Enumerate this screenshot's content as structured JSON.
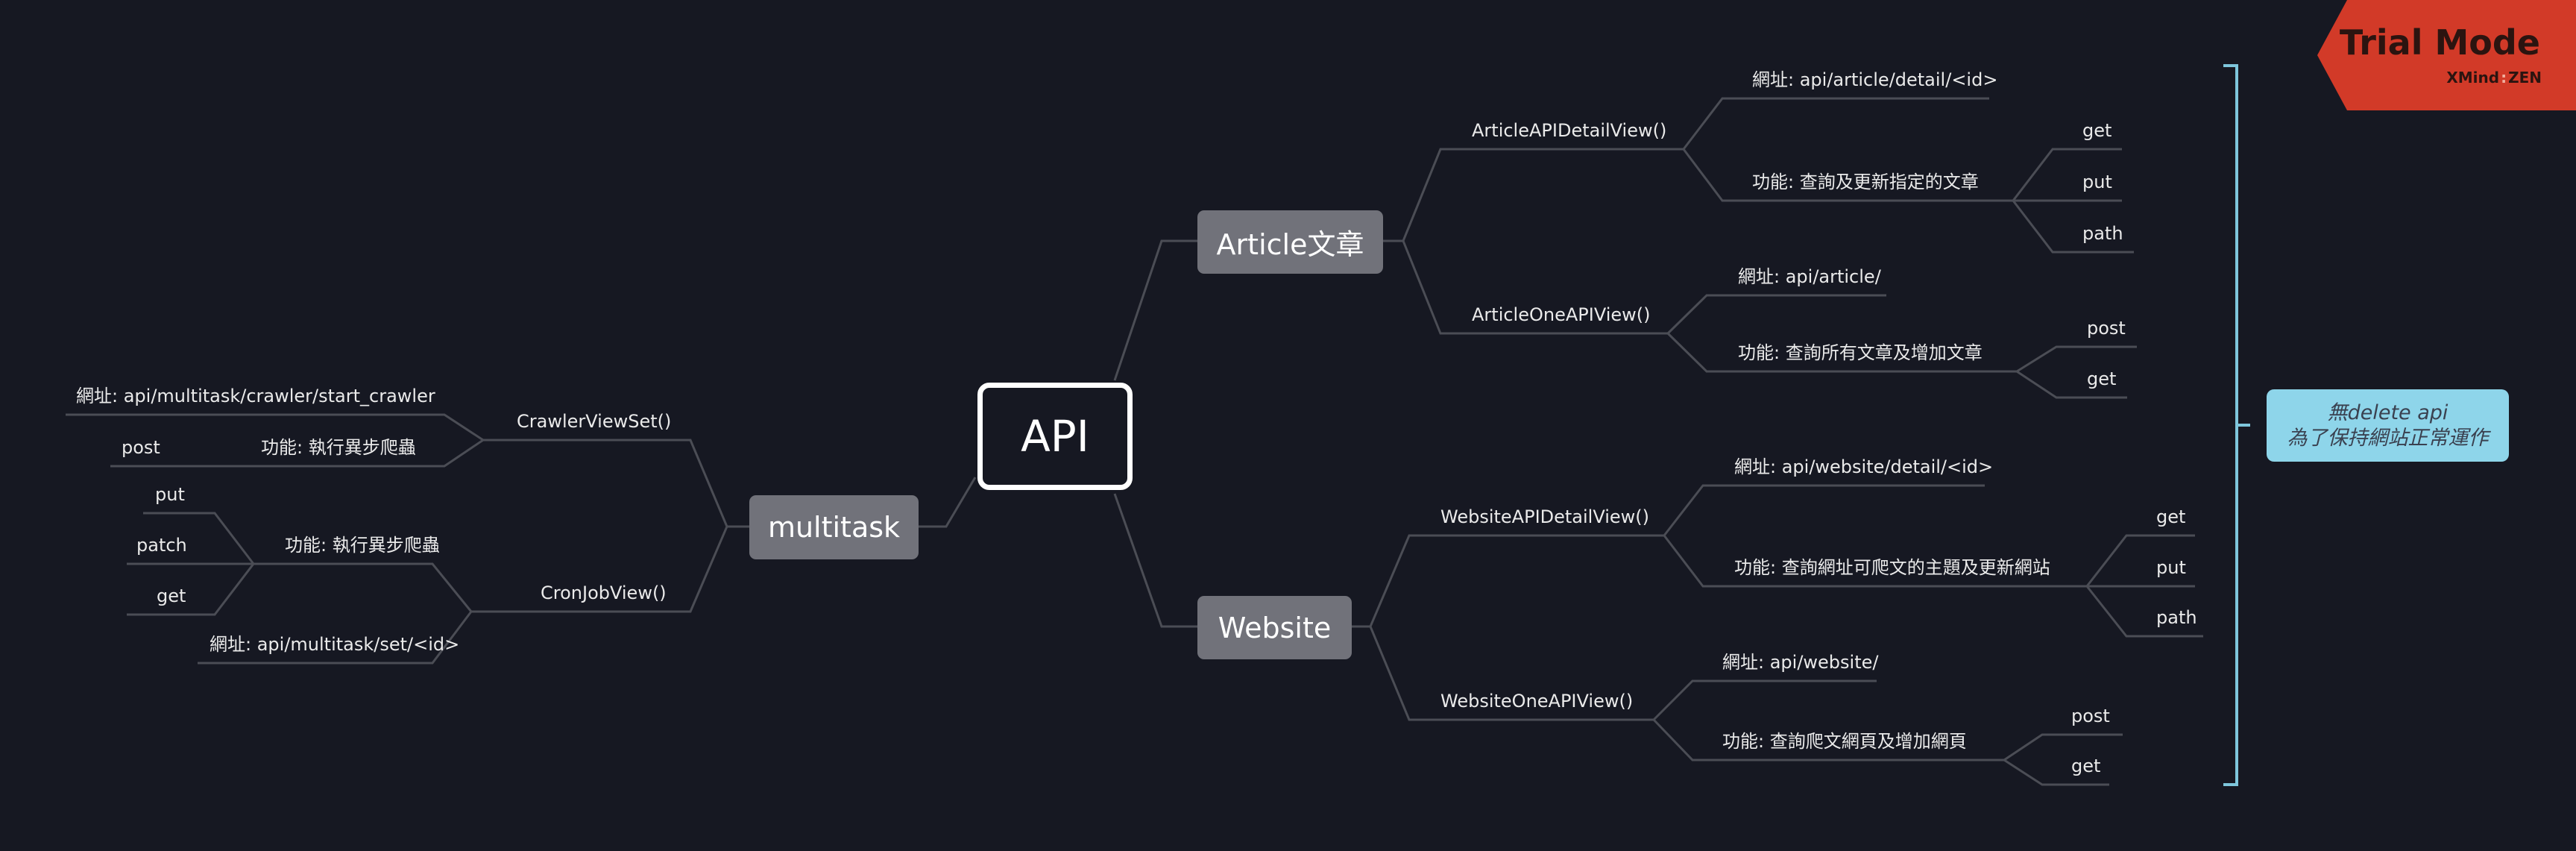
{
  "root": {
    "label": "API"
  },
  "branches": {
    "article": {
      "label": "Article文章",
      "detail_view": {
        "label": "ArticleAPIDetailView()",
        "url": "網址: api/article/detail/<id>",
        "feature": "功能:  查詢及更新指定的文章",
        "methods": [
          "get",
          "put",
          "path"
        ]
      },
      "one_view": {
        "label": "ArticleOneAPIView()",
        "url": "網址: api/article/",
        "feature": "功能:  查詢所有文章及增加文章",
        "methods": [
          "post",
          "get"
        ]
      }
    },
    "website": {
      "label": "Website",
      "detail_view": {
        "label": "WebsiteAPIDetailView()",
        "url": "網址: api/website/detail/<id>",
        "feature": "功能:  查詢網址可爬文的主題及更新網站",
        "methods": [
          "get",
          "put",
          "path"
        ]
      },
      "one_view": {
        "label": "WebsiteOneAPIView()",
        "url": "網址: api/website/",
        "feature": "功能:  查詢爬文網頁及增加網頁",
        "methods": [
          "post",
          "get"
        ]
      }
    },
    "multitask": {
      "label": "multitask",
      "crawler": {
        "label": "CrawlerViewSet()",
        "url": "網址: api/multitask/crawler/start_crawler",
        "feature": "功能: 執行異步爬蟲",
        "methods": [
          "post"
        ]
      },
      "cron": {
        "label": "CronJobView()",
        "feature": "功能: 執行異步爬蟲",
        "methods": [
          "put",
          "patch",
          "get"
        ],
        "url": "網址: api/multitask/set/<id>"
      }
    }
  },
  "note": {
    "line1": "無delete api",
    "line2": "為了保持網站正常運作"
  },
  "trial_badge": {
    "title": "Trial Mode",
    "brand": "XMind",
    "edition": "ZEN"
  },
  "colors": {
    "background": "#161822",
    "line": "#4b4d55",
    "pill": "#71727a",
    "note": "#8ed5ea",
    "bracket": "#7ec6dc",
    "badge": "#d23a28"
  }
}
